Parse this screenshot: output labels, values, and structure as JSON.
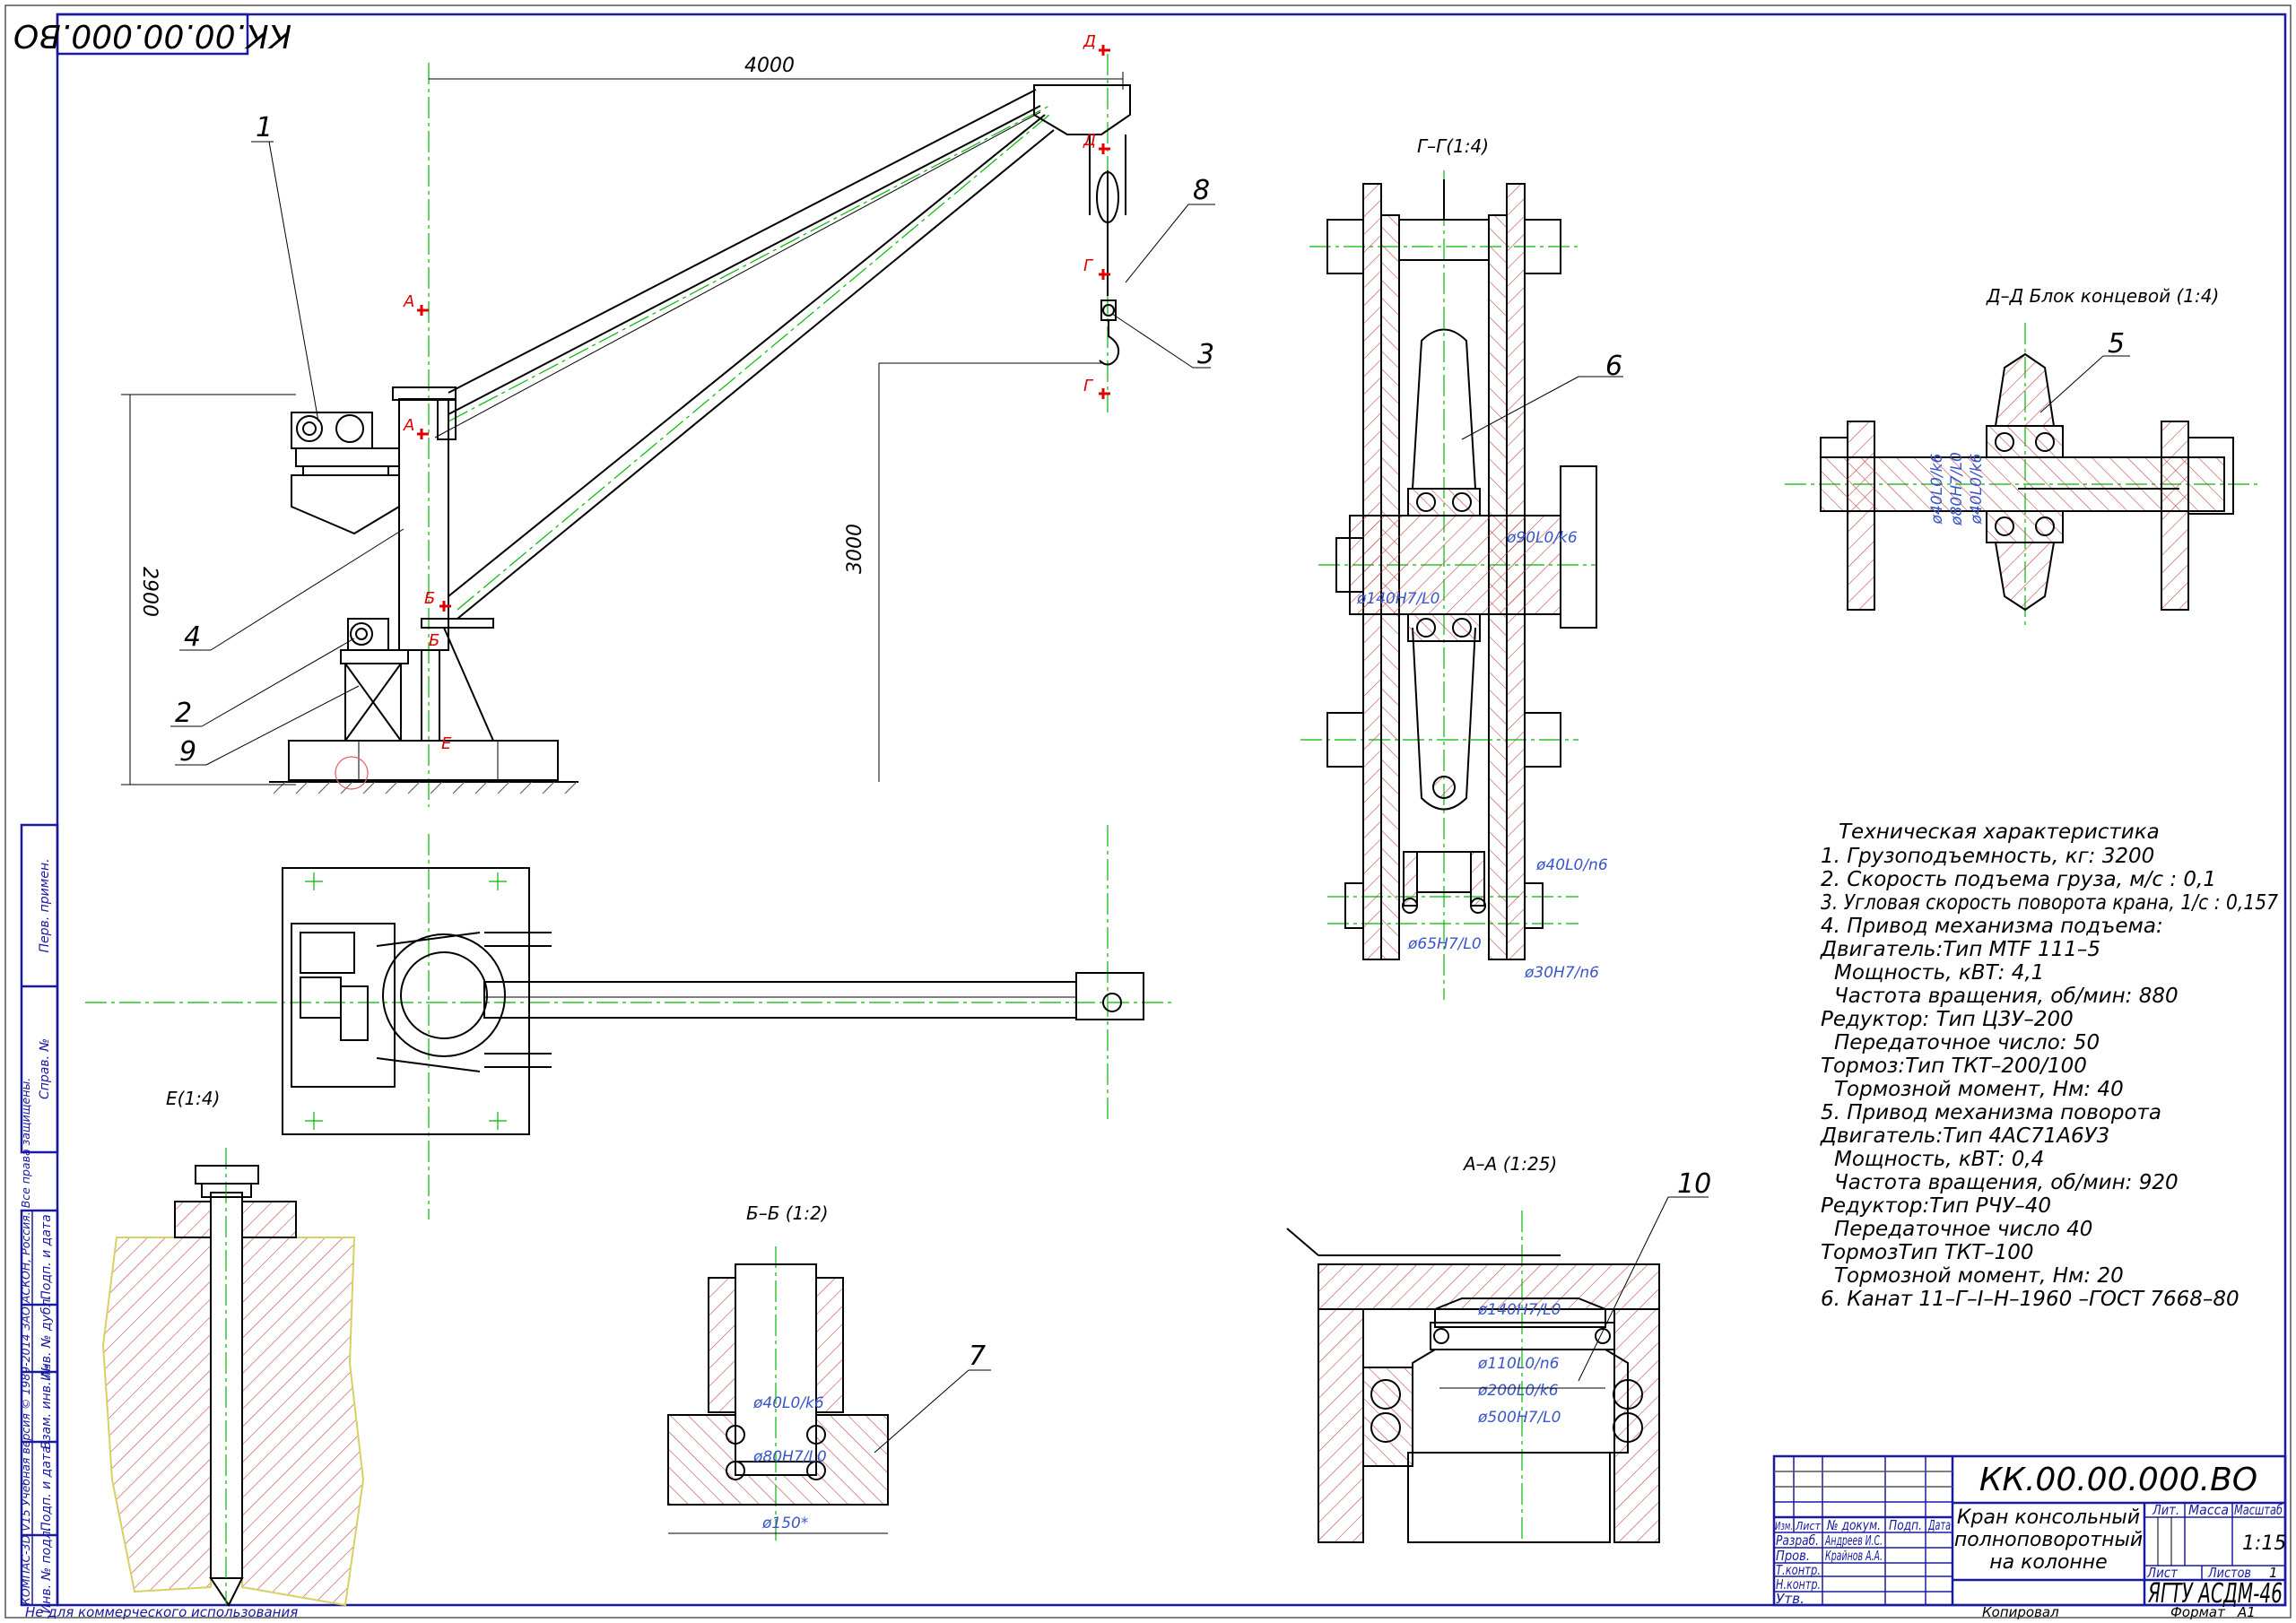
{
  "drawing_number": "КК.00.00.000.ВО",
  "views": {
    "gg": "Г–Г(1:4)",
    "dd": "Д–Д Блок концевой (1:4)",
    "e": "Е(1:4)",
    "bb": "Б–Б (1:2)",
    "aa": "А–А (1:25)"
  },
  "leaders": [
    "1",
    "2",
    "3",
    "4",
    "5",
    "6",
    "7",
    "8",
    "9",
    "10"
  ],
  "dimensions": {
    "span": "4000",
    "height_2900": "2900",
    "height_3000": "3000",
    "gg": [
      "ø90L0/k6",
      "ø140H7/L0",
      "ø40L0/n6",
      "ø65H7/L0",
      "ø30H7/n6"
    ],
    "dd": [
      "ø40L0/k6",
      "ø80H7/L0",
      "ø40L0/k6"
    ],
    "bb": [
      "ø40L0/k6",
      "ø80H7/L0",
      "ø150*"
    ],
    "aa": [
      "ø140H7/L0",
      "ø110L0/n6",
      "ø200L0/k6",
      "ø500H7/L0"
    ]
  },
  "section_marks": {
    "a": "А",
    "b": "Б",
    "g": "Г",
    "d": "Д",
    "e": "Е"
  },
  "tech_spec": {
    "title": "Техническая характеристика",
    "lines": [
      "1. Грузоподъемность, кг: 3200",
      "2. Скорость подъема груза, м/с : 0,1",
      "3. Угловая скорость поворота крана, 1/с : 0,157",
      "4. Привод механизма подъема:",
      "Двигатель:Тип MTF 111–5",
      "Мощность, кВТ: 4,1",
      "Частота вращения, об/мин: 880",
      "Редуктор: Тип Ц3У–200",
      "Передаточное число: 50",
      "Тормоз:Тип ТКТ–200/100",
      "Тормозной момент, Нм: 40",
      "5. Привод механизма поворота",
      "Двигатель:Тип 4АС71А6У3",
      "Мощность, кВТ: 0,4",
      "Частота вращения, об/мин: 920",
      "Редуктор:Тип РЧУ–40",
      "Передаточное число 40",
      "ТормозТип ТКТ–100",
      "Тормозной момент, Нм: 20",
      "6. Канат 11–Г–I–Н–1960 –ГОСТ 7668–80"
    ]
  },
  "title_block": {
    "designation": "КК.00.00.000.ВО",
    "name_lines": [
      "Кран консольный",
      "полноповоротный",
      "на колонне"
    ],
    "headers": {
      "izm": "Изм.",
      "list": "Лист",
      "doc": "№ докум.",
      "podp": "Подп.",
      "data": "Дата"
    },
    "roles": [
      "Разраб.",
      "Пров.",
      "Т.контр.",
      "",
      "Н.контр.",
      "Утв."
    ],
    "people": [
      "Андреев И.С.",
      "Крайнов А.А."
    ],
    "lit": "Лит.",
    "mass": "Масса",
    "scale_label": "Масштаб",
    "scale": "1:15",
    "sheet": "Лист",
    "sheets": "Листов",
    "sheets_count": "1",
    "org": "ЯГТУ АСДМ-46",
    "copied": "Копировал",
    "format_label": "Формат",
    "format": "А1"
  },
  "margin": {
    "perv": "Перв. примен.",
    "sprav": "Справ. №",
    "podp_data_1": "Подп. и дата",
    "inv_dubl": "Инв. № дубл.",
    "vzam": "Взам. инв. №",
    "podp_data_2": "Подп. и дата",
    "inv_podl": "Инв. № подл.",
    "copyright": "КОМПАС-3D V15 Учебная версия © 1989-2014 ЗАО АСКОН, Россия. Все права защищены."
  },
  "footer": "Не для коммерческого использования"
}
